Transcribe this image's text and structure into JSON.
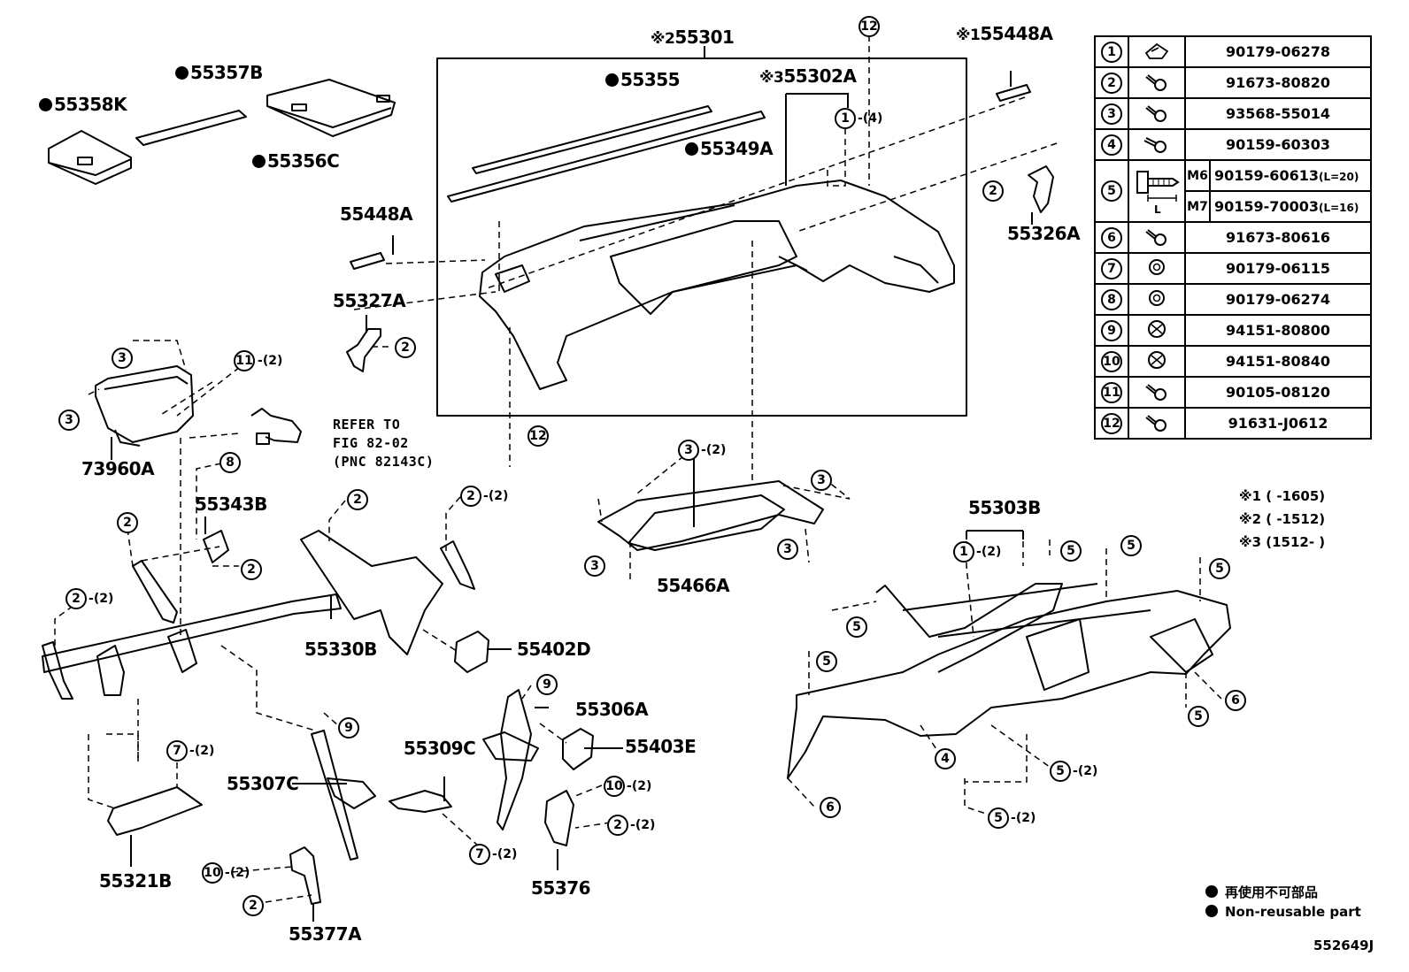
{
  "labels": {
    "p55358K": "55358K",
    "p55357B": "55357B",
    "p55356C": "55356C",
    "p55301": "55301",
    "p55301_mark": "※2",
    "p55355": "55355",
    "p55349A": "55349A",
    "p55302A": "55302A",
    "p55302A_mark": "※3",
    "p55448A_top": "55448A",
    "p55448A_top_mark": "※1",
    "p55448A": "55448A",
    "p55326A": "55326A",
    "p55327A": "55327A",
    "p73960A": "73960A",
    "p55343B": "55343B",
    "p55330B": "55330B",
    "p55402D": "55402D",
    "p55466A": "55466A",
    "p55303B": "55303B",
    "p55306A": "55306A",
    "p55309C": "55309C",
    "p55403E": "55403E",
    "p55307C": "55307C",
    "p55321B": "55321B",
    "p55376": "55376",
    "p55377A": "55377A"
  },
  "refer_note": [
    "REFER TO",
    "FIG 82-02",
    "(PNC 82143C)"
  ],
  "qty": {
    "q2": "(2)",
    "q4": "(4)"
  },
  "fastener_table": {
    "rows": [
      {
        "no": "1",
        "part": "90179-06278"
      },
      {
        "no": "2",
        "part": "91673-80820"
      },
      {
        "no": "3",
        "part": "93568-55014"
      },
      {
        "no": "4",
        "part": "90159-60303"
      },
      {
        "no": "5",
        "size1": "M6",
        "part1": "90159-60613",
        "len1": "(L=20)",
        "size2": "M7",
        "part2": "90159-70003",
        "len2": "(L=16)",
        "dim": "L"
      },
      {
        "no": "6",
        "part": "91673-80616"
      },
      {
        "no": "7",
        "part": "90179-06115"
      },
      {
        "no": "8",
        "part": "90179-06274"
      },
      {
        "no": "9",
        "part": "94151-80800"
      },
      {
        "no": "10",
        "part": "94151-80840"
      },
      {
        "no": "11",
        "part": "90105-08120"
      },
      {
        "no": "12",
        "part": "91631-J0612"
      }
    ]
  },
  "notes": [
    "※1 (        -1605)",
    "※2 (        -1512)",
    "※3 (1512-        )"
  ],
  "legend": {
    "jp": "再使用不可部品",
    "en": "Non-reusable part"
  },
  "image_id": "552649J"
}
